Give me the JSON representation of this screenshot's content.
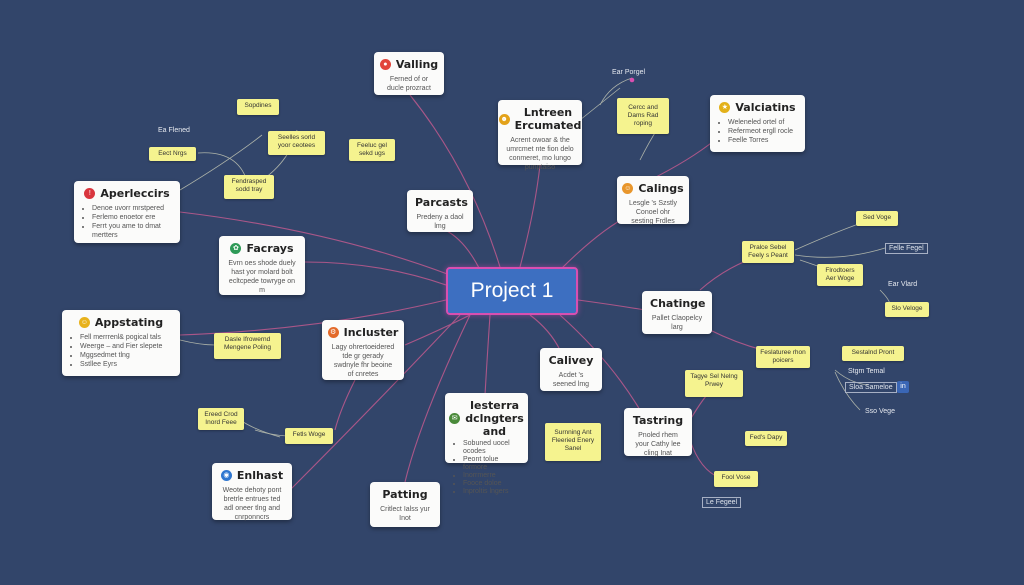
{
  "center": {
    "label": "Project 1"
  },
  "cards": {
    "valling": {
      "title": "Valling",
      "body": "Ferned of or ducle prozract",
      "icon": "pin-icon",
      "color": "#e2443a"
    },
    "entreen": {
      "title": "Lntreen Ercumated",
      "body": "Acrent owoar & the umrcmet nte fion delo conmeret, mo lungo punptaiso",
      "icon": "person-icon",
      "color": "#e3a21a"
    },
    "valciatins": {
      "title": "Valciatins",
      "items": [
        "Weleneled ortel of",
        "Refermeot ergll rocle",
        "Feelle Torres"
      ],
      "icon": "star-icon",
      "color": "#e3b11a"
    },
    "aperleccirs": {
      "title": "Aperleccirs",
      "items": [
        "Denoe uvorr mrstpered",
        "Ferlemo enoetor ere",
        "Ferrt you ame to dmat mertters"
      ],
      "icon": "alert-icon",
      "color": "#d9363e"
    },
    "parcasts": {
      "title": "Parcasts",
      "body": "Predeny a daol lmg"
    },
    "calings": {
      "title": "Calings",
      "body": "Lesgle 's Szstly Conoel ohr sesting Frdles",
      "icon": "face-icon",
      "color": "#e8962c"
    },
    "facrays": {
      "title": "Facrays",
      "body": "Evrn oes shode duely hast yor molard bolt ecltcpede towryge on m",
      "icon": "leaf-icon",
      "color": "#2e9a57"
    },
    "chatinge": {
      "title": "Chatinge",
      "body": "Pallet Claopelcy larg"
    },
    "appstating": {
      "title": "Appstating",
      "items": [
        "Fell merrrenl& pogical tals",
        "Weerge – and Fier slepete",
        "Mggsedmet tlng",
        "Sstllee Eyrs"
      ],
      "icon": "face-icon",
      "color": "#e8b21c"
    },
    "incluster": {
      "title": "Incluster",
      "body": "Lagy ohrertoeidered tde gr gerady swdnyle fhr beoine of cnretes",
      "icon": "gear-icon",
      "color": "#e36a2a"
    },
    "calivey": {
      "title": "Calivey",
      "body": "Acdet 's seened lmg"
    },
    "iesterra": {
      "title": "Iesterra dclngters and",
      "items": [
        "Sobuned uocel ocodes",
        "Peont tolue formore",
        "Inorrmerre",
        "Fooce doloe",
        "Inproltis lngers"
      ],
      "icon": "chat-icon",
      "color": "#4a8a3a"
    },
    "tastring": {
      "title": "Tastring",
      "body": "Pnoled rhem your Cathy lee cling Inat"
    },
    "enlhast": {
      "title": "Enlhast",
      "body": "Weote dehoty pont bretrle entrues ted adl oneer tlng and cnrponncrs",
      "icon": "globe-icon",
      "color": "#2f77d0"
    },
    "patting": {
      "title": "Patting",
      "body": "Critlect Ialss yur Inot"
    }
  },
  "notes": {
    "n1": "Sopdines",
    "n2": "Seelles sorld yoor ceotees",
    "n3": "Feeluc gel sekd ugs",
    "n4": "Fendrasped sodd tray",
    "n5": "Eect Nrgs",
    "n6": "Cercc and Dams Rad roping",
    "n7": "Sed Voge",
    "n8": "Pralce Sebel Feely s Peant",
    "n9": "Flrodtoers Aer Woge",
    "n10": "Slo Veloge",
    "n11": "Dasle Ifrowernd Mengene Poling",
    "n12": "Feslaturee rhon poicers",
    "n13": "Sestalnd Pront",
    "n14": "Tagye Sel Nelng Prwey",
    "n15": "Ereed Crod Inord Feee",
    "n16": "Fetls Woge",
    "n17": "Surnning Ant Fleeried Enery Sanel",
    "n18": "Fed's Dapy",
    "n19": "Fool Vose"
  },
  "labels": {
    "l1": "Ear Porgel",
    "l2": "Ea Flened",
    "l3": "Felle Fegel",
    "l4": "Ear Vlard",
    "l5": "Stgm Temal",
    "l6": "Sloa Sameloe",
    "l7": "Sso Vege",
    "l8": "Le Fegeel",
    "li": "in"
  }
}
